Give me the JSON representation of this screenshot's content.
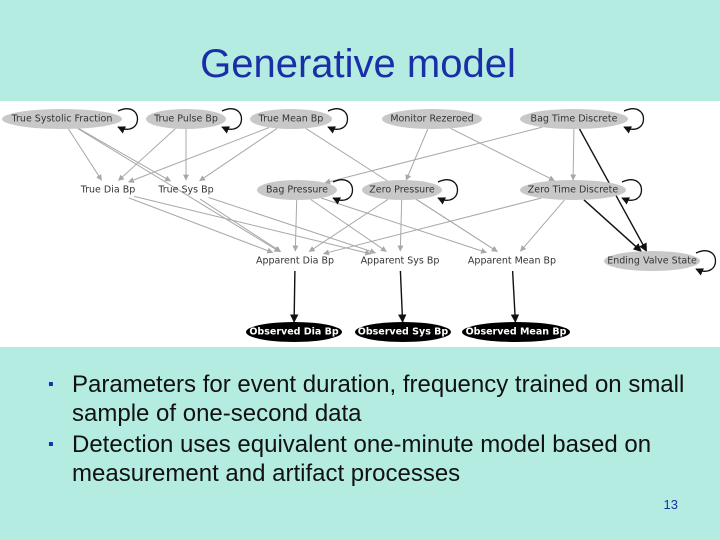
{
  "slide": {
    "title": "Generative model",
    "page_number": "13",
    "bullets": [
      "Parameters for event duration, frequency trained on small sample of one-second data",
      "Detection uses equivalent one-minute model based on measurement and artifact processes"
    ]
  },
  "diagram": {
    "nodes": [
      {
        "id": "tsf",
        "label": "True Systolic Fraction",
        "style": "gray"
      },
      {
        "id": "tpb",
        "label": "True Pulse Bp",
        "style": "gray"
      },
      {
        "id": "tmb",
        "label": "True Mean Bp",
        "style": "gray"
      },
      {
        "id": "mrz",
        "label": "Monitor Rezeroed",
        "style": "gray"
      },
      {
        "id": "btd",
        "label": "Bag Time Discrete",
        "style": "gray"
      },
      {
        "id": "tdb",
        "label": "True Dia Bp",
        "style": "plain"
      },
      {
        "id": "tsb",
        "label": "True Sys Bp",
        "style": "plain"
      },
      {
        "id": "bp",
        "label": "Bag Pressure",
        "style": "gray"
      },
      {
        "id": "zp",
        "label": "Zero Pressure",
        "style": "gray"
      },
      {
        "id": "ztd",
        "label": "Zero Time Discrete",
        "style": "gray"
      },
      {
        "id": "adb",
        "label": "Apparent Dia Bp",
        "style": "plain"
      },
      {
        "id": "asb",
        "label": "Apparent Sys Bp",
        "style": "plain"
      },
      {
        "id": "amb",
        "label": "Apparent Mean Bp",
        "style": "plain"
      },
      {
        "id": "evs",
        "label": "Ending Valve State",
        "style": "gray"
      },
      {
        "id": "odb",
        "label": "Observed Dia Bp",
        "style": "dark"
      },
      {
        "id": "osb",
        "label": "Observed Sys Bp",
        "style": "dark"
      },
      {
        "id": "omb",
        "label": "Observed Mean Bp",
        "style": "dark"
      }
    ],
    "edges": [
      [
        "tsf",
        "tdb"
      ],
      [
        "tsf",
        "tsb"
      ],
      [
        "tsf",
        "adb"
      ],
      [
        "tpb",
        "tdb"
      ],
      [
        "tpb",
        "tsb"
      ],
      [
        "tmb",
        "tdb"
      ],
      [
        "tmb",
        "tsb"
      ],
      [
        "tmb",
        "amb"
      ],
      [
        "mrz",
        "zp"
      ],
      [
        "mrz",
        "ztd"
      ],
      [
        "btd",
        "bp"
      ],
      [
        "btd",
        "ztd"
      ],
      [
        "btd",
        "evs"
      ],
      [
        "tdb",
        "adb"
      ],
      [
        "tdb",
        "asb"
      ],
      [
        "tsb",
        "adb"
      ],
      [
        "tsb",
        "asb"
      ],
      [
        "bp",
        "adb"
      ],
      [
        "bp",
        "asb"
      ],
      [
        "bp",
        "amb"
      ],
      [
        "zp",
        "adb"
      ],
      [
        "zp",
        "asb"
      ],
      [
        "zp",
        "amb"
      ],
      [
        "ztd",
        "adb"
      ],
      [
        "ztd",
        "amb"
      ],
      [
        "ztd",
        "evs"
      ],
      [
        "adb",
        "odb"
      ],
      [
        "asb",
        "osb"
      ],
      [
        "amb",
        "omb"
      ]
    ],
    "self_loops": [
      "tsf",
      "tpb",
      "tmb",
      "btd",
      "bp",
      "zp",
      "ztd",
      "evs"
    ],
    "colors": {
      "node_gray": "#c8c8c8",
      "node_dark": "#000000",
      "edge_light": "#a8a8a8",
      "edge_dark": "#111111"
    }
  }
}
